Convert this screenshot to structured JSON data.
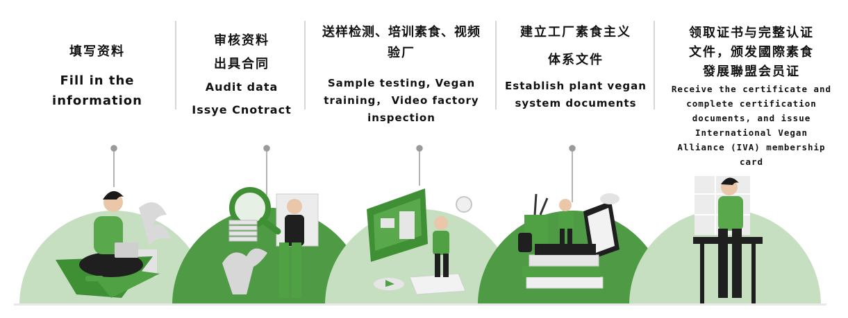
{
  "steps": [
    {
      "zh": [
        "填写资料"
      ],
      "en": [
        "Fill in the",
        "information"
      ]
    },
    {
      "zh": [
        "审核资料",
        "出具合同"
      ],
      "en": [
        "Audit data",
        "Issye Cnotract"
      ]
    },
    {
      "zh": [
        "送样检测、培训素食、视频",
        "验厂"
      ],
      "en": [
        "Sample testing, Vegan",
        "training， Video factory",
        "inspection"
      ]
    },
    {
      "zh": [
        "建立工厂素食主义",
        "体系文件"
      ],
      "en": [
        "Establish plant vegan",
        "system documents"
      ]
    },
    {
      "zh": [
        "领取证书与完整认证",
        "文件，颁发國際素食",
        "發展聯盟会员证"
      ],
      "en": [
        "Receive the certificate and",
        "complete certification",
        "documents, and issue",
        "International Vegan",
        "Alliance (IVA) membership",
        "card"
      ]
    }
  ],
  "colors": {
    "accent": "#4a9a3a",
    "accent_dark": "#3c7f2e",
    "light_green": "#c5dfc0",
    "mid_green": "#8fbf86",
    "divider": "#d6d6d6"
  }
}
